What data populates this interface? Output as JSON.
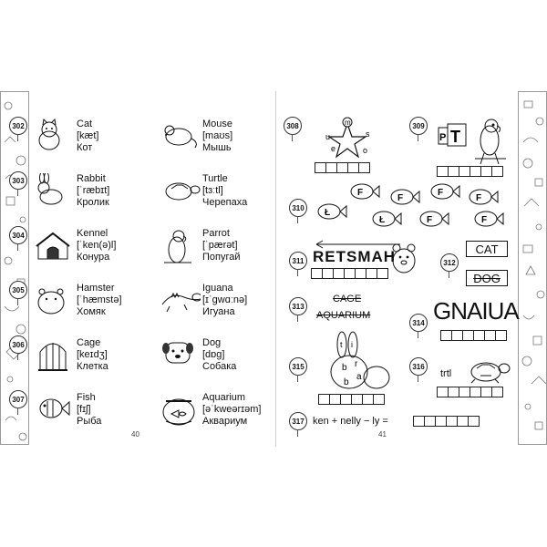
{
  "left_page": {
    "page_number": "40",
    "entries": [
      {
        "num": "302",
        "en": "Cat",
        "ipa": "[kæt]",
        "ru": "Кот",
        "icon": "cat-icon"
      },
      {
        "num": "",
        "en": "Mouse",
        "ipa": "[maʊs]",
        "ru": "Мышь",
        "icon": "mouse-icon"
      },
      {
        "num": "303",
        "en": "Rabbit",
        "ipa": "[ˈræbɪt]",
        "ru": "Кролик",
        "icon": "rabbit-icon"
      },
      {
        "num": "",
        "en": "Turtle",
        "ipa": "[tɜːtl]",
        "ru": "Черепаха",
        "icon": "turtle-icon"
      },
      {
        "num": "304",
        "en": "Kennel",
        "ipa": "[ˈken(ə)l]",
        "ru": "Конура",
        "icon": "kennel-icon"
      },
      {
        "num": "",
        "en": "Parrot",
        "ipa": "[ˈpærət]",
        "ru": "Попугай",
        "icon": "parrot-icon"
      },
      {
        "num": "305",
        "en": "Hamster",
        "ipa": "[ˈhæmstə]",
        "ru": "Хомяк",
        "icon": "hamster-icon"
      },
      {
        "num": "",
        "en": "Iguana",
        "ipa": "[ɪˈɡwɑːnə]",
        "ru": "Игуана",
        "icon": "iguana-icon"
      },
      {
        "num": "306",
        "en": "Cage",
        "ipa": "[keɪdʒ]",
        "ru": "Клетка",
        "icon": "cage-icon"
      },
      {
        "num": "",
        "en": "Dog",
        "ipa": "[dɒɡ]",
        "ru": "Собака",
        "icon": "dog-icon"
      },
      {
        "num": "307",
        "en": "Fish",
        "ipa": "[fɪʃ]",
        "ru": "Рыба",
        "icon": "fish-icon"
      },
      {
        "num": "",
        "en": "Aquarium",
        "ipa": "[əˈkweərɪəm]",
        "ru": "Аквариум",
        "icon": "aquarium-icon"
      }
    ]
  },
  "right_page": {
    "page_number": "41",
    "puzzles": {
      "p308": {
        "num": "308",
        "letters": [
          "m",
          "u",
          "e",
          "s",
          "o"
        ],
        "boxes": 5
      },
      "p309": {
        "num": "309",
        "letters": [
          "P",
          "T"
        ],
        "boxes": 6
      },
      "p310": {
        "num": "310",
        "fish_letters": [
          "F",
          "F",
          "F",
          "F",
          "Ł",
          "Ł",
          "F",
          "F"
        ],
        "boxes": 0
      },
      "p311": {
        "num": "311",
        "scrambled": "RETSMAH",
        "boxes": 7
      },
      "p312": {
        "num": "312",
        "words": [
          "CAT",
          "DOG"
        ]
      },
      "p313": {
        "num": "313",
        "words": [
          "CAGE",
          "AQUARIUM"
        ]
      },
      "p314": {
        "num": "314",
        "scrambled": "GNAIUA",
        "boxes": 6
      },
      "p315": {
        "num": "315",
        "letters": [
          "t",
          "i",
          "b",
          "r",
          "a",
          "b"
        ],
        "boxes": 6
      },
      "p316": {
        "num": "316",
        "hint": "trtl",
        "boxes": 6
      },
      "p317": {
        "num": "317",
        "equation": "ken + nelly − ly =",
        "boxes": 6
      }
    }
  }
}
